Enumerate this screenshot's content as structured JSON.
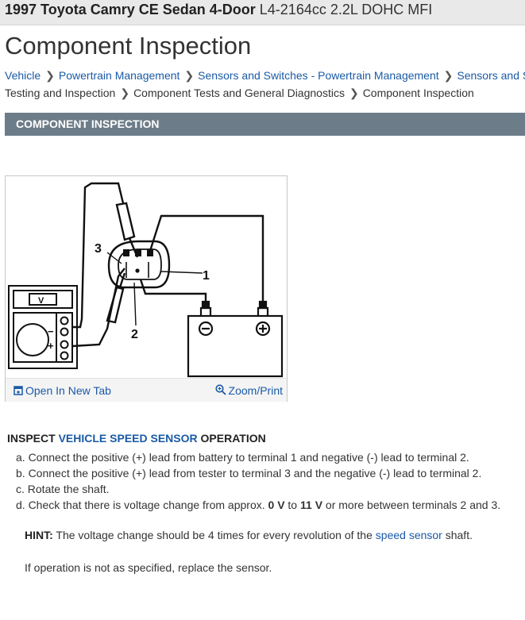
{
  "vehicle_title": {
    "model": "1997 Toyota Camry CE Sedan 4-Door",
    "engine": "L4-2164cc 2.2L DOHC MFI"
  },
  "page_title": "Component Inspection",
  "breadcrumb": {
    "line1": [
      "Vehicle",
      "Powertrain Management",
      "Sensors and Switches - Powertrain Management",
      "Sensors and Sv"
    ],
    "line2_links": [
      "Testing and Inspection",
      "Component Tests and General Diagnostics"
    ],
    "current": "Component Inspection"
  },
  "section_header": "COMPONENT INSPECTION",
  "figure": {
    "open_tab_label": "Open In New Tab",
    "zoom_label": "Zoom/Print",
    "meter_label": "V",
    "callouts": [
      "1",
      "2",
      "3"
    ],
    "minus_sign": "−",
    "plus_sign": "+"
  },
  "instructions": {
    "title_pre": "INSPECT ",
    "title_link": "VEHICLE SPEED SENSOR",
    "title_post": " OPERATION",
    "steps": {
      "a": "a. Connect the positive (+) lead from battery to terminal 1 and negative (-) lead to terminal 2.",
      "b": "b. Connect the positive (+) lead from tester to terminal 3 and the negative (-) lead to terminal 2.",
      "c": "c. Rotate the shaft.",
      "d_pre": "d. Check that there is voltage change from approx. ",
      "d_v1": "0 V",
      "d_mid": " to ",
      "d_v2": "11 V",
      "d_post": " or more between terminals 2 and 3."
    },
    "hint_label": "HINT:",
    "hint_pre": " The voltage change should be 4 times for every revolution of the ",
    "hint_link": "speed sensor",
    "hint_post": " shaft.",
    "note": "If operation is not as specified, replace the sensor."
  },
  "colors": {
    "link": "#1a5aa6",
    "section_header_bg": "#6d7c89",
    "top_bar_bg": "#e9e9e9"
  }
}
